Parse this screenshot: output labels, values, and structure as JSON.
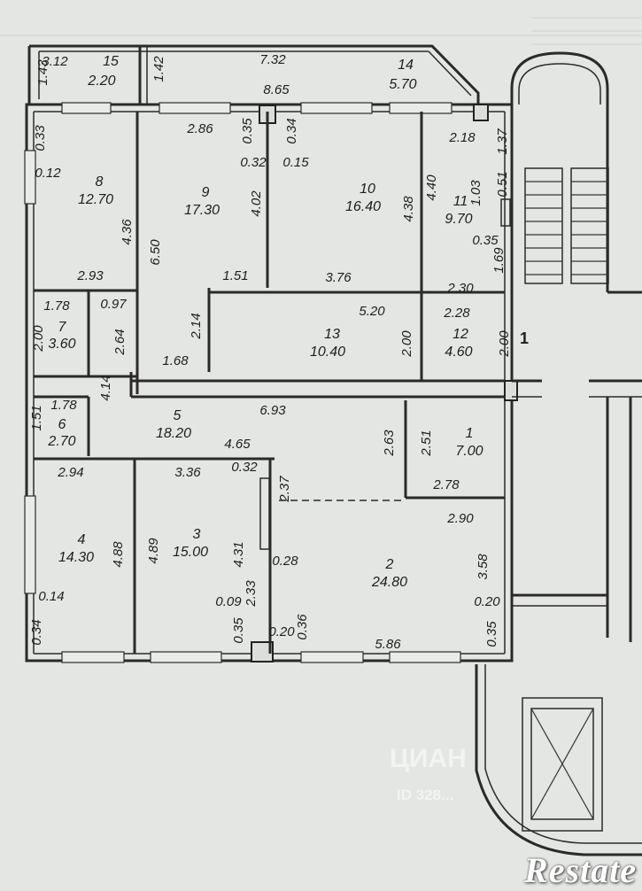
{
  "rooms": [
    {
      "num": "1",
      "area": "7.00"
    },
    {
      "num": "2",
      "area": "24.80"
    },
    {
      "num": "3",
      "area": "15.00"
    },
    {
      "num": "4",
      "area": "14.30"
    },
    {
      "num": "5",
      "area": "18.20"
    },
    {
      "num": "6",
      "area": "2.70"
    },
    {
      "num": "7",
      "area": "3.60"
    },
    {
      "num": "8",
      "area": "12.70"
    },
    {
      "num": "9",
      "area": "17.30"
    },
    {
      "num": "10",
      "area": "16.40"
    },
    {
      "num": "11",
      "area": "9.70"
    },
    {
      "num": "12",
      "area": "4.60"
    },
    {
      "num": "13",
      "area": "10.40"
    },
    {
      "num": "14",
      "area": "5.70"
    },
    {
      "num": "15",
      "area": "2.20"
    }
  ],
  "dimensions": [
    "3.12",
    "1.43",
    "1.42",
    "7.32",
    "8.65",
    "2.86",
    "0.35",
    "0.34",
    "0.32",
    "0.15",
    "0.33",
    "0.12",
    "4.36",
    "6.50",
    "4.02",
    "4.38",
    "4.40",
    "2.18",
    "1.37",
    "0.51",
    "1.03",
    "0.35",
    "1.69",
    "2.93",
    "1.51",
    "3.76",
    "2.30",
    "1.78",
    "0.97",
    "2.00",
    "2.64",
    "2.14",
    "5.20",
    "2.00",
    "2.28",
    "2.00",
    "1.68",
    "4.14",
    "6.93",
    "1.51",
    "1.78",
    "4.65",
    "0.32",
    "2.63",
    "2.51",
    "2.94",
    "3.36",
    "2.78",
    "2.37",
    "2.90",
    "4.88",
    "4.89",
    "4.31",
    "3.58",
    "0.28",
    "0.14",
    "0.34",
    "0.09",
    "2.33",
    "0.35",
    "0.36",
    "0.20",
    "0.20",
    "0.35",
    "5.86"
  ],
  "axis_mark": "1",
  "watermark": {
    "brand": "ЦИАН",
    "id": "ID 328..."
  },
  "logo": "Restate"
}
